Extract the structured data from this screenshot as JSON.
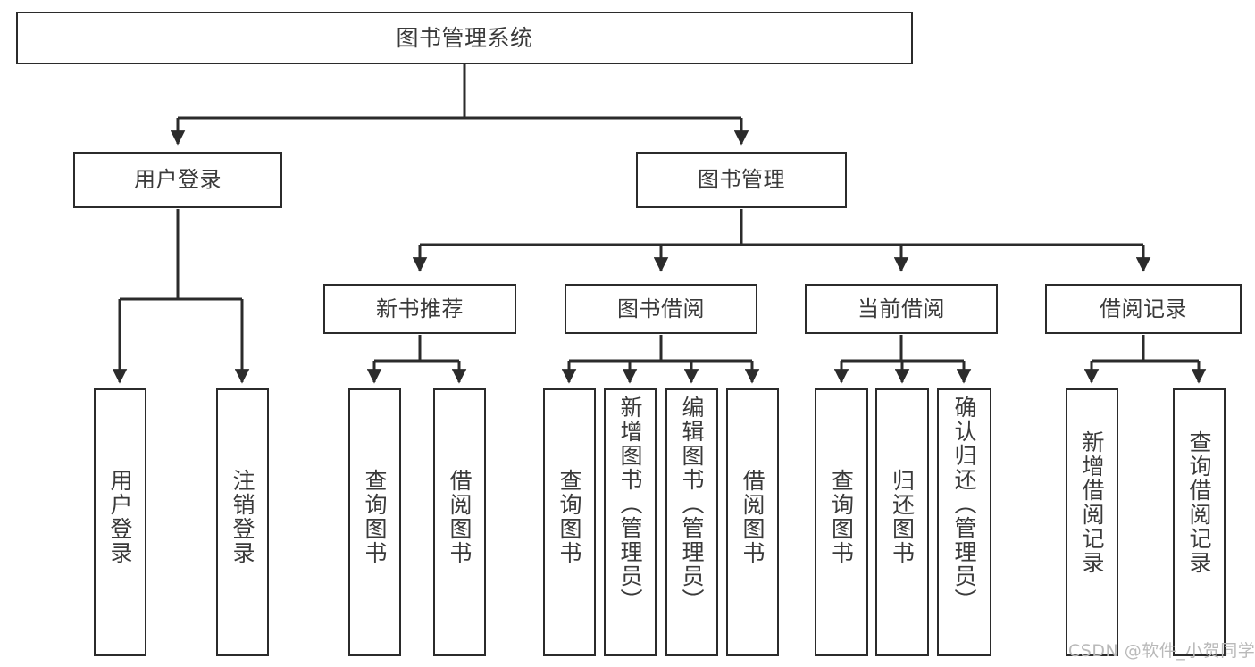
{
  "diagram": {
    "title": "图书管理系统",
    "watermark": "CSDN @软件_小贺同学",
    "line_color": "#2b2b2b",
    "text_color": "#3a3a3a",
    "background": "#ffffff",
    "nodes": {
      "root": "图书管理系统",
      "user_login": "用户登录",
      "book_manage": "图书管理",
      "new_book_rec": "新书推荐",
      "book_borrow": "图书借阅",
      "current_borrow": "当前借阅",
      "borrow_record": "借阅记录",
      "leaf_user_login": "用户登录",
      "leaf_user_logout": "注销登录",
      "leaf_rec_query_book": "查询图书",
      "leaf_rec_borrow_book": "借阅图书",
      "leaf_borrow_query_book": "查询图书",
      "leaf_borrow_add_book": "新增图书（管理员）",
      "leaf_borrow_edit_book": "编辑图书（管理员）",
      "leaf_borrow_borrow_book": "借阅图书",
      "leaf_cur_query_book": "查询图书",
      "leaf_cur_return_book": "归还图书",
      "leaf_cur_confirm_return": "确认归还（管理员）",
      "leaf_rec_add_record": "新增借阅记录",
      "leaf_rec_query_record": "查询借阅记录"
    }
  }
}
